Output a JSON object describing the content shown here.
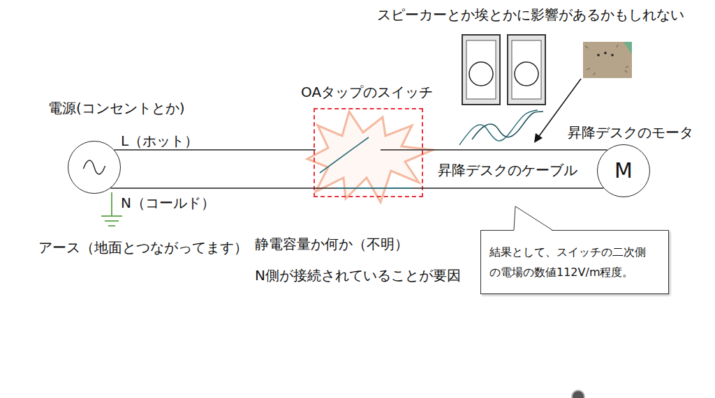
{
  "diagram": {
    "nodes": [
      {
        "text": [
          "電源(コンセントとか)"
        ]
      },
      {
        "text": [
          "OAタップのスイッチ"
        ]
      },
      {
        "text": [
          "昇降デスクのモータ",
          "M"
        ]
      },
      {
        "text": [
          "結果として、スイッチの二次側 の電場の数値112V/m程度。"
        ]
      }
    ],
    "edges": [
      {
        "from": 0,
        "to": 2,
        "arrow": "none"
      },
      {
        "from": 0,
        "to": 2,
        "arrow": "none"
      }
    ],
    "labels": [
      "スピーカーとか埃とかに影響があるかもしれない",
      "L（ホット）",
      "N（コールド）",
      "アース（地面とつながってます）",
      "昇降デスクのケーブル",
      "静電容量か何か（不明）",
      "N側が接続されていることが要因"
    ]
  }
}
